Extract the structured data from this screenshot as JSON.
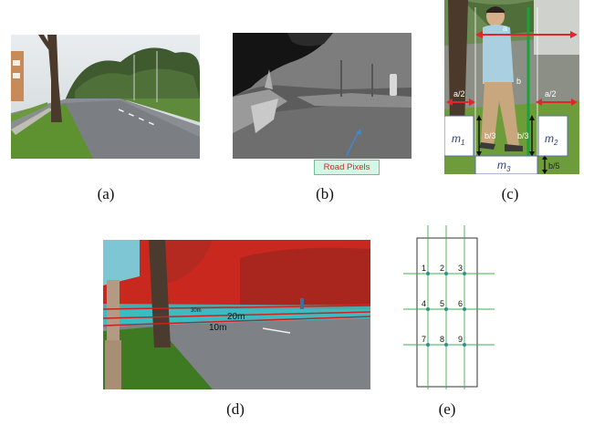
{
  "captions": {
    "a": "(a)",
    "b": "(b)",
    "c": "(c)",
    "d": "(d)",
    "e": "(e)"
  },
  "panel_b": {
    "label": "Road Pixels"
  },
  "panel_c": {
    "labels": {
      "a": "a",
      "b": "b",
      "a_half_left": "a/2",
      "a_half_right": "a/2",
      "b3_left": "b/3",
      "b3_right": "b/3",
      "b5": "b/5"
    },
    "masks": {
      "m1": "m",
      "m1_sub": "1",
      "m2": "m",
      "m2_sub": "2",
      "m3": "m",
      "m3_sub": "3"
    }
  },
  "panel_d": {
    "dist_far": "30m",
    "dist_mid": "20m",
    "dist_near": "10m"
  },
  "panel_e": {
    "points": [
      "1",
      "2",
      "3",
      "4",
      "5",
      "6",
      "7",
      "8",
      "9"
    ]
  },
  "colors": {
    "road_label_bg": "#d6f5e6",
    "road_label_text": "#e02020",
    "overlay_red": "#c8281e",
    "overlay_cyan": "#2ec4c8",
    "grid_green": "#3cb04a"
  }
}
